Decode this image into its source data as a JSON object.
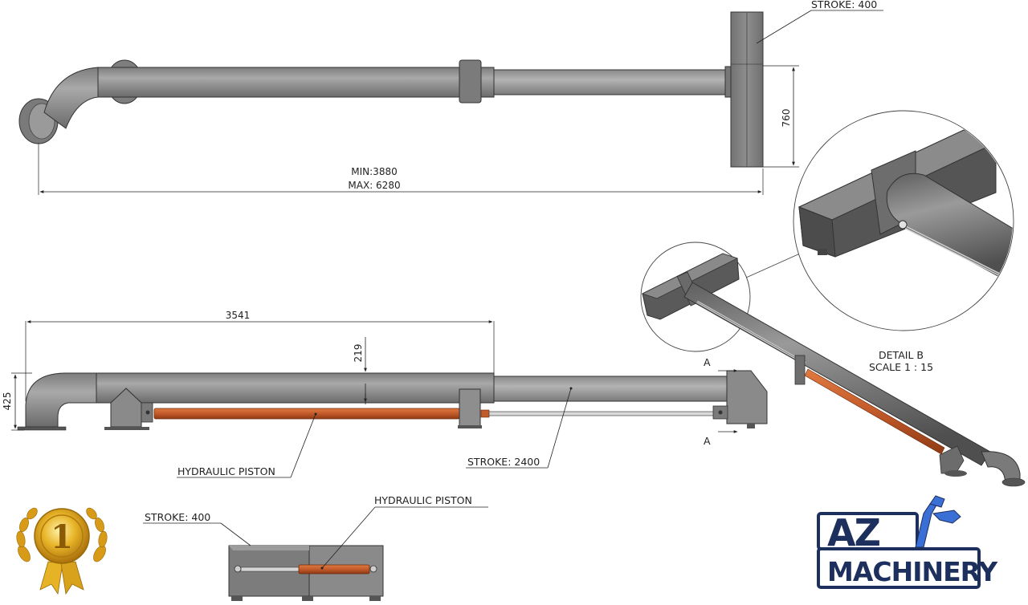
{
  "top_view": {
    "stroke_label": "STROKE: 400",
    "height_dim": "760",
    "length_min": "MIN:3880",
    "length_max": "MAX: 6280"
  },
  "side_view": {
    "length_dim": "3541",
    "tube_dim": "219",
    "height_dim": "425",
    "section_a_top": "A",
    "section_a_bottom": "A",
    "piston_label": "HYDRAULIC PISTON",
    "stroke_label": "STROKE: 2400"
  },
  "iso_view": {
    "detail_title": "DETAIL B",
    "detail_scale": "SCALE 1 : 15"
  },
  "section_view": {
    "stroke_label": "STROKE: 400",
    "piston_label": "HYDRAULIC PISTON"
  },
  "badge": {
    "text": "1"
  },
  "logo": {
    "line1": "AZ",
    "line2": "MACHINERY"
  },
  "colors": {
    "steel": "#8c8c8c",
    "piston": "#c25a2a",
    "logo": "#1d2f5c",
    "gold": "#e7b326"
  }
}
